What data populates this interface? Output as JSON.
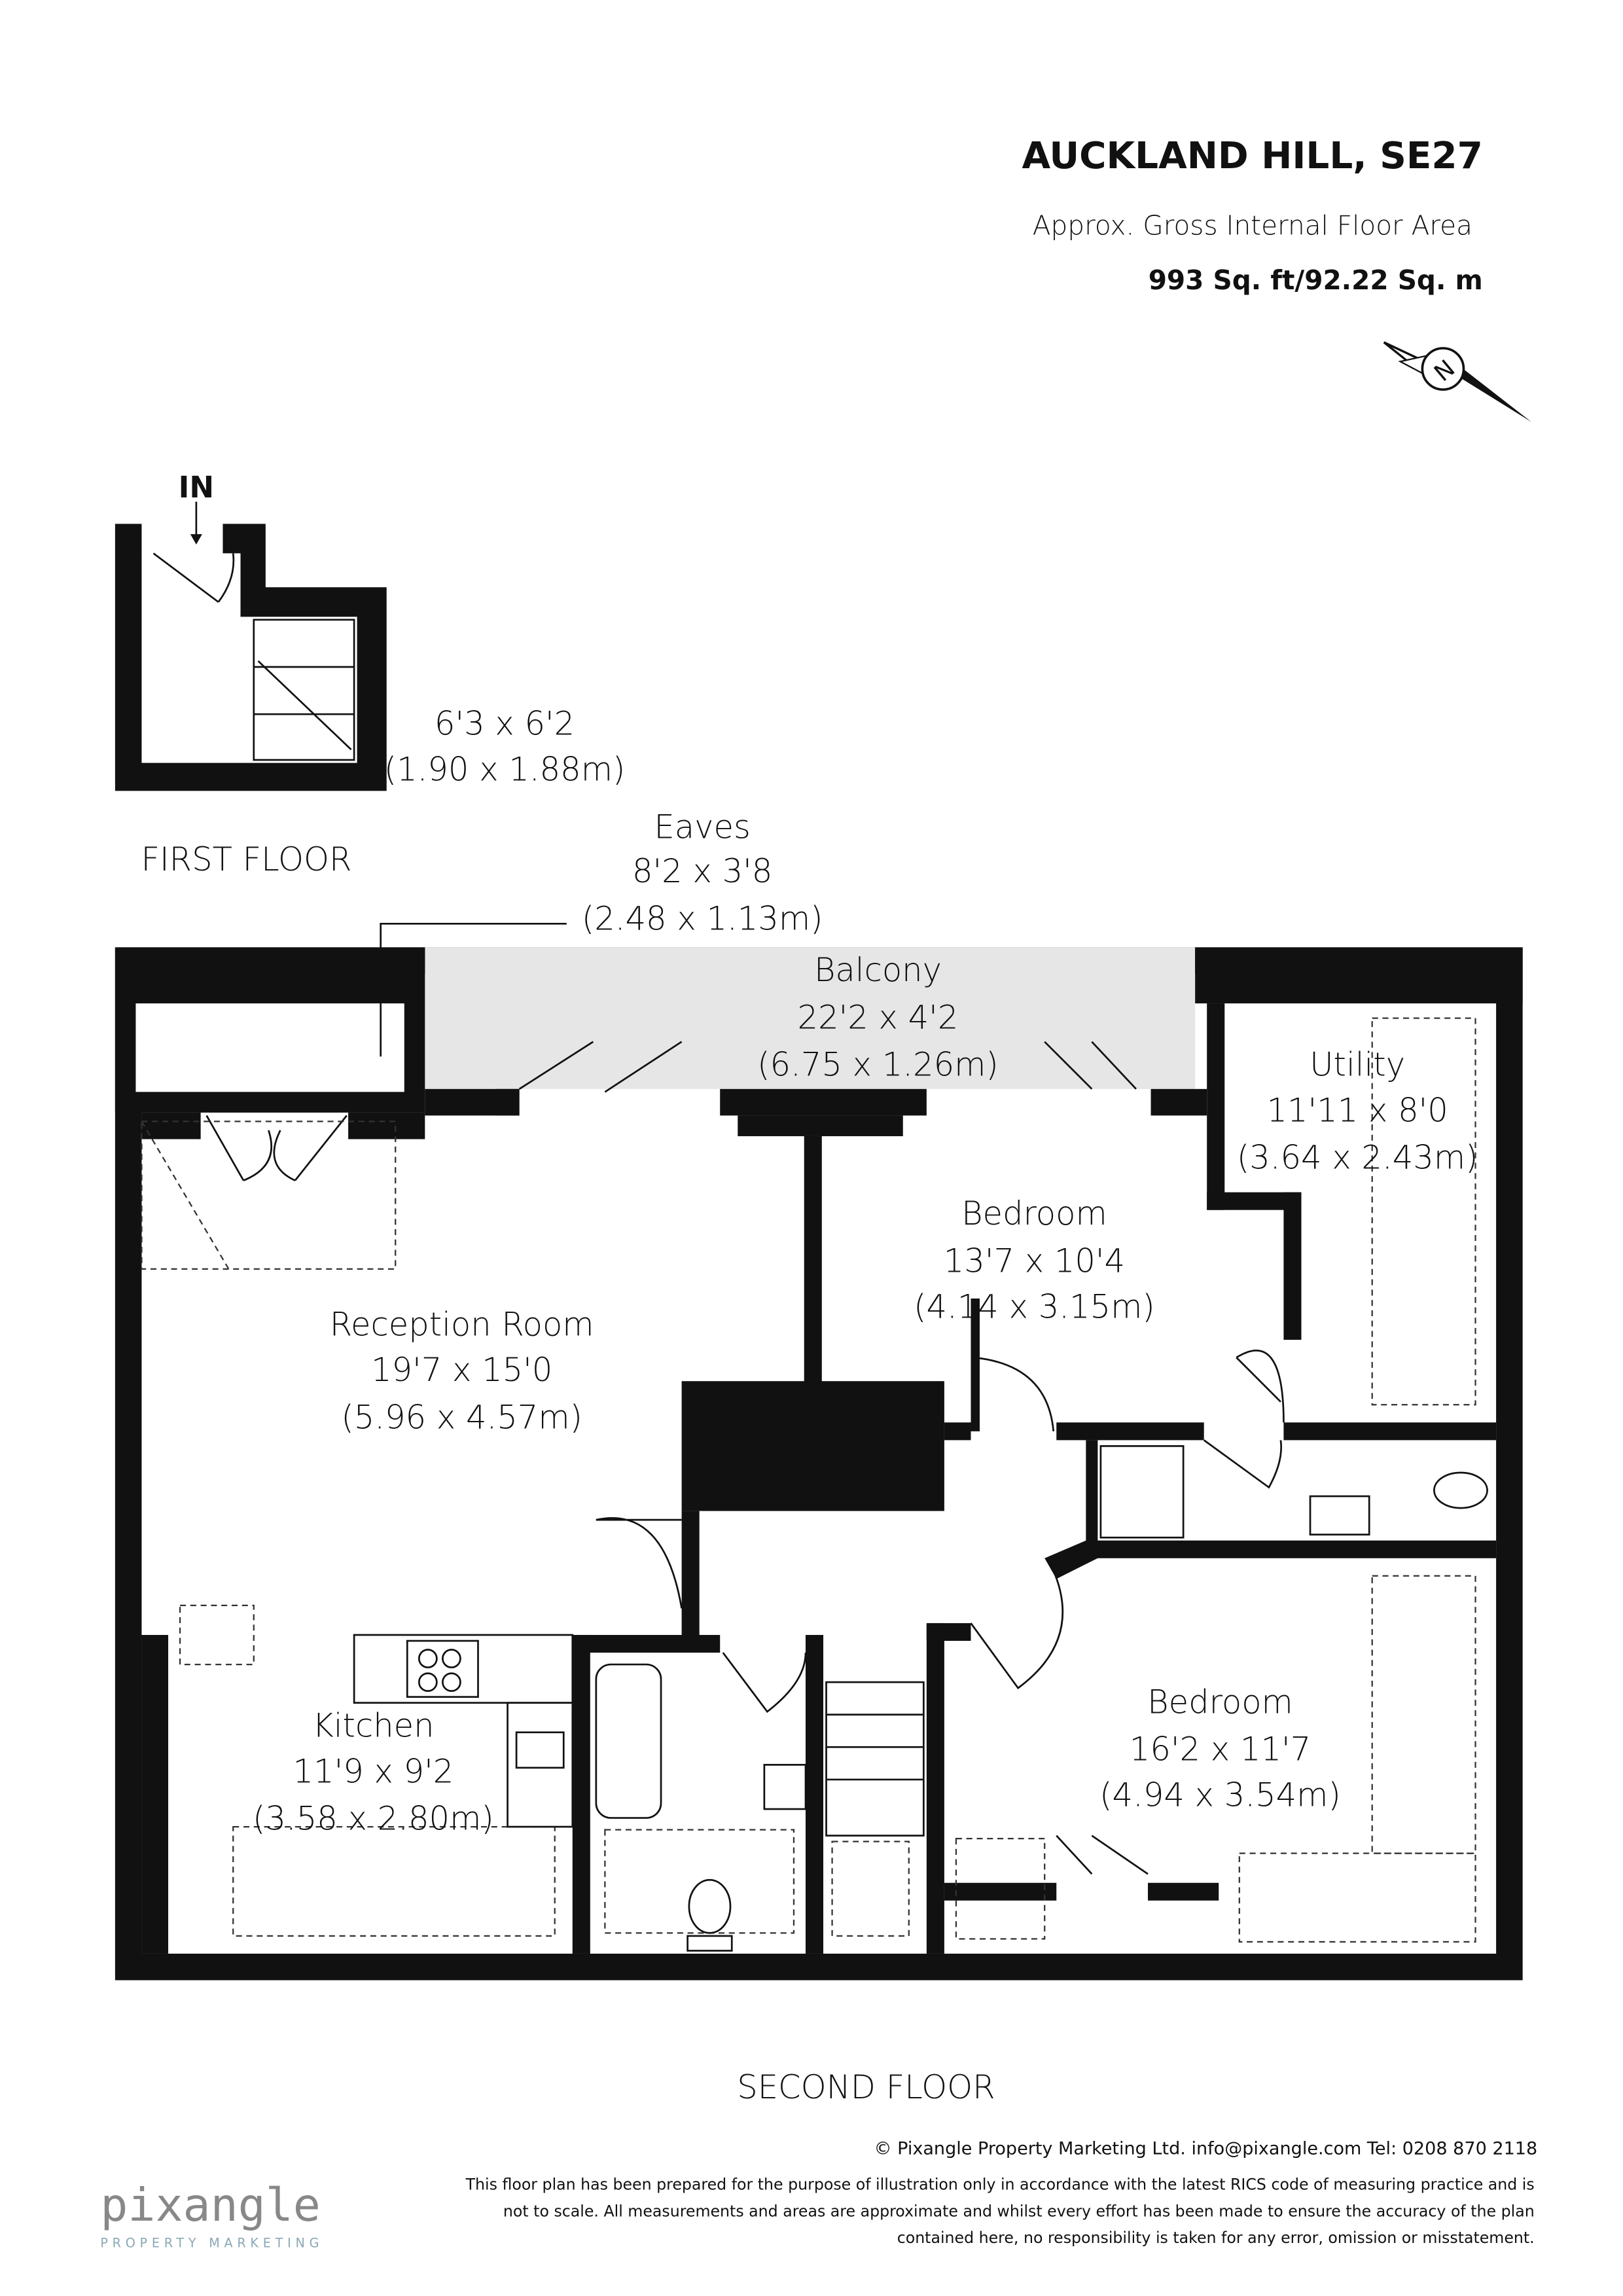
{
  "header": {
    "title": "AUCKLAND HILL, SE27",
    "area_label": "Approx. Gross Internal Floor Area",
    "area_value": "993 Sq. ft/92.22 Sq. m"
  },
  "compass": {
    "letter": "N"
  },
  "first_floor": {
    "label": "FIRST FLOOR",
    "entrance": "IN",
    "room": {
      "dims_imperial": "6'3 x 6'2",
      "dims_metric": "(1.90 x 1.88m)"
    }
  },
  "second_floor": {
    "label": "SECOND FLOOR",
    "rooms": [
      {
        "name": "Eaves",
        "dims_imperial": "8'2 x 3'8",
        "dims_metric": "(2.48 x 1.13m)"
      },
      {
        "name": "Balcony",
        "dims_imperial": "22'2 x 4'2",
        "dims_metric": "(6.75 x 1.26m)"
      },
      {
        "name": "Utility",
        "dims_imperial": "11'11 x 8'0",
        "dims_metric": "(3.64 x 2.43m)"
      },
      {
        "name": "Bedroom",
        "dims_imperial": "13'7 x 10'4",
        "dims_metric": "(4.14 x 3.15m)"
      },
      {
        "name": "Reception Room",
        "dims_imperial": "19'7 x 15'0",
        "dims_metric": "(5.96 x 4.57m)"
      },
      {
        "name": "Kitchen",
        "dims_imperial": "11'9 x 9'2",
        "dims_metric": "(3.58 x 2.80m)"
      },
      {
        "name": "Bedroom",
        "dims_imperial": "16'2 x 11'7",
        "dims_metric": "(4.94 x 3.54m)"
      }
    ]
  },
  "footer": {
    "copyright": "© Pixangle Property Marketing Ltd. info@pixangle.com Tel: 0208 870 2118",
    "disclaimer_lines": [
      "This floor plan has been prepared for the purpose of illustration only in accordance with the latest RICS code of measuring practice and is",
      "not to scale. All measurements and areas are approximate and whilst every effort has been made to ensure the accuracy of the plan",
      "contained here, no responsibility is taken for any error, omission or misstatement."
    ],
    "logo": {
      "name": "pixangle",
      "tagline": "PROPERTY MARKETING",
      "accent": "#8aa8b4"
    }
  }
}
